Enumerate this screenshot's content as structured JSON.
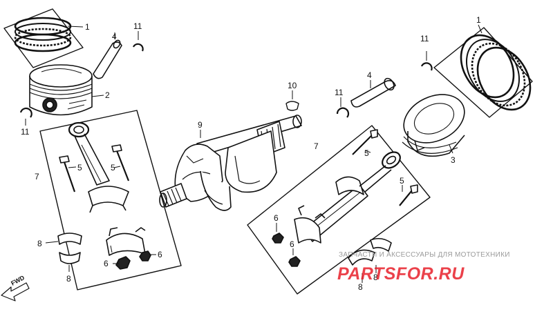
{
  "parts": {
    "piston_rings": "1",
    "piston": "2",
    "piston_pin": "4",
    "pin_clip": "11",
    "connecting_rod": "7",
    "rod_bolt": "5",
    "rod_nut": "6",
    "rod_bearing": "8",
    "crankshaft": "9",
    "woodruff_key": "10",
    "piston_alt": "3"
  },
  "direction_label": "FWD",
  "watermark": {
    "caption": "ЗАПЧАСТИ И АКСЕССУАРЫ ДЛЯ МОТОТЕХНИКИ",
    "logo_part1": "PARTS",
    "logo_part2": "FOR",
    "logo_part3": ".RU",
    "logo_color": "#e8202a"
  }
}
